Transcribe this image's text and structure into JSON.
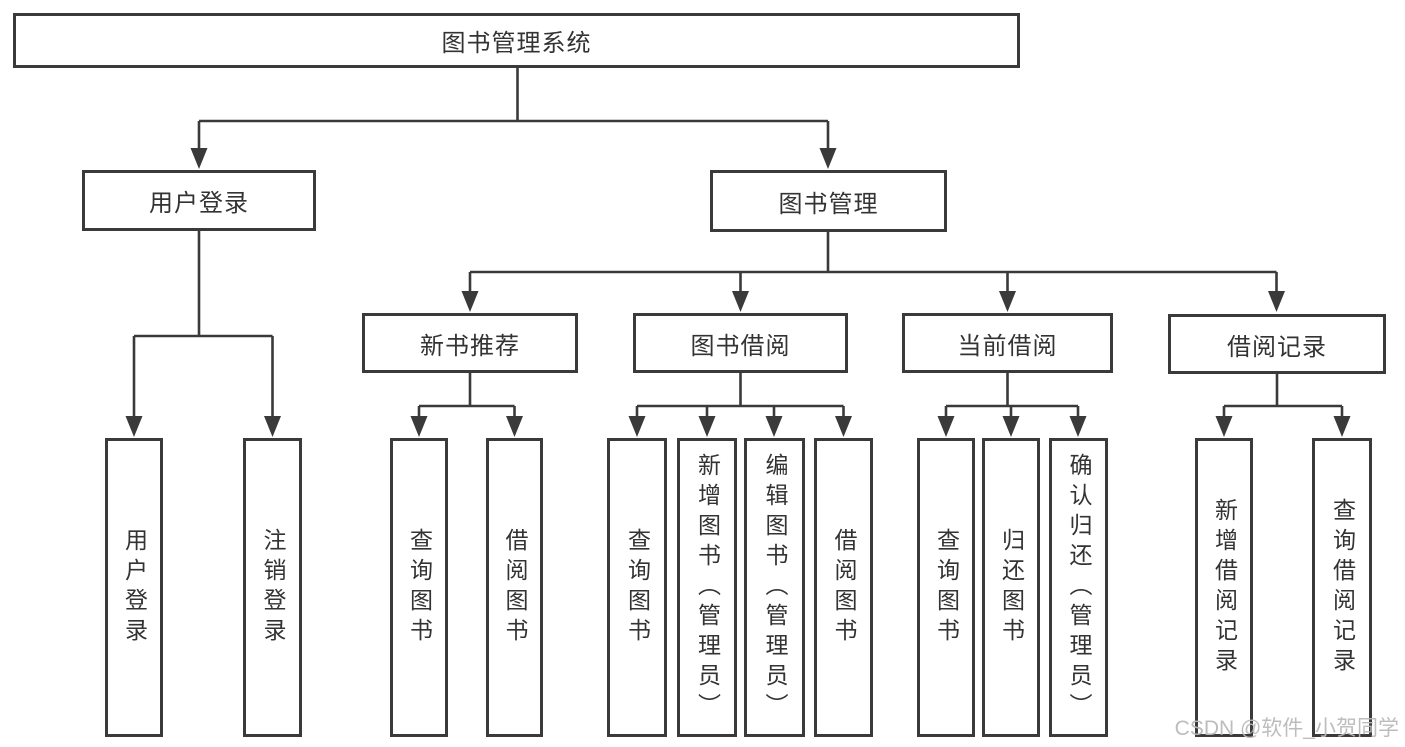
{
  "diagram": {
    "root": {
      "label": "图书管理系统"
    },
    "branches": [
      {
        "label": "用户登录",
        "children": [
          {
            "label": "用户登录"
          },
          {
            "label": "注销登录"
          }
        ]
      },
      {
        "label": "图书管理",
        "children": [
          {
            "label": "新书推荐",
            "children": [
              {
                "label": "查询图书"
              },
              {
                "label": "借阅图书"
              }
            ]
          },
          {
            "label": "图书借阅",
            "children": [
              {
                "label": "查询图书"
              },
              {
                "label": "新增图书（管理员）"
              },
              {
                "label": "编辑图书（管理员）"
              },
              {
                "label": "借阅图书"
              }
            ]
          },
          {
            "label": "当前借阅",
            "children": [
              {
                "label": "查询图书"
              },
              {
                "label": "归还图书"
              },
              {
                "label": "确认归还（管理员）"
              }
            ]
          },
          {
            "label": "借阅记录",
            "children": [
              {
                "label": "新增借阅记录"
              },
              {
                "label": "查询借阅记录"
              }
            ]
          }
        ]
      }
    ]
  },
  "watermark": "CSDN @软件_小贺同学",
  "colors": {
    "line": "#3a3a3a",
    "text": "#333333",
    "background": "#ffffff",
    "watermark": "#b9b9b9"
  }
}
